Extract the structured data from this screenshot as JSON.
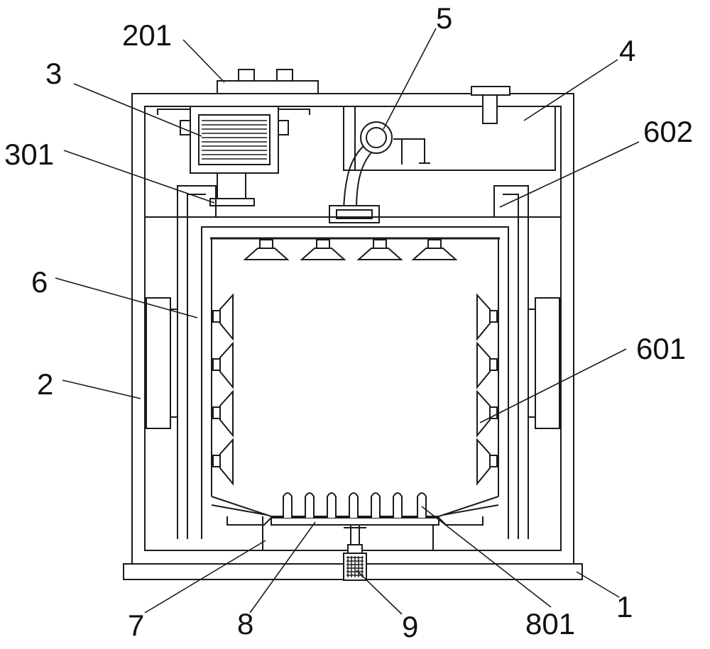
{
  "diagram": {
    "labels": {
      "l201": "201",
      "l3": "3",
      "l301": "301",
      "l6": "6",
      "l2": "2",
      "l5": "5",
      "l4": "4",
      "l602": "602",
      "l601": "601",
      "l7": "7",
      "l8": "8",
      "l9": "9",
      "l801": "801",
      "l1": "1"
    },
    "line_color": "#1a1a1a",
    "background": "#ffffff"
  }
}
